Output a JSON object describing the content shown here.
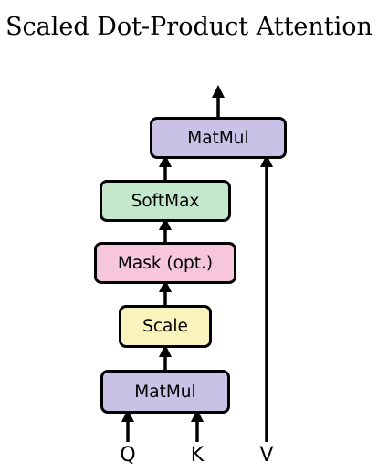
{
  "title": "Scaled Dot-Product Attention",
  "nodes": {
    "matmul_top": {
      "label": "MatMul",
      "color": "#c9c2e6"
    },
    "softmax": {
      "label": "SoftMax",
      "color": "#c4e8cc"
    },
    "mask": {
      "label": "Mask (opt.)",
      "color": "#f6c7dc"
    },
    "scale": {
      "label": "Scale",
      "color": "#fbf3bd"
    },
    "matmul_bottom": {
      "label": "MatMul",
      "color": "#c9c2e6"
    }
  },
  "inputs": {
    "q": "Q",
    "k": "K",
    "v": "V"
  }
}
